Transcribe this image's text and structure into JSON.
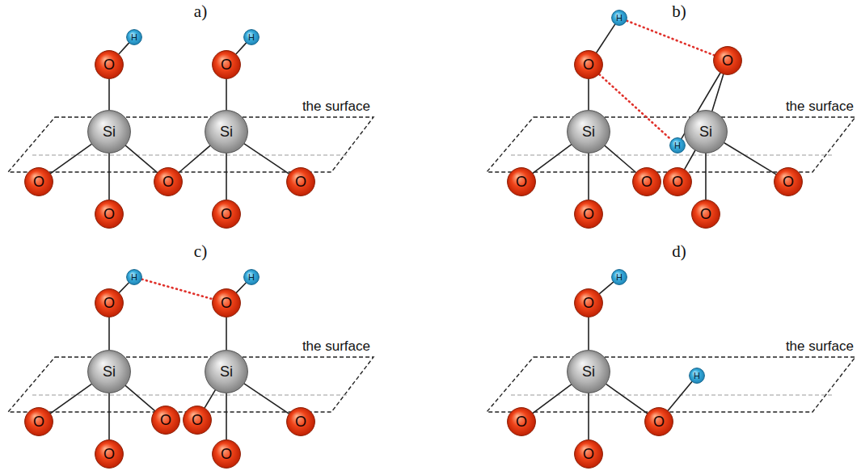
{
  "diagram": {
    "nodes": [
      {
        "text": [
          "Si"
        ]
      },
      {
        "text": [
          "O"
        ]
      },
      {
        "text": [
          "H"
        ]
      },
      {
        "text": [
          "Si"
        ]
      },
      {
        "text": [
          "O"
        ]
      },
      {
        "text": [
          "H"
        ]
      },
      {
        "text": [
          "O"
        ]
      },
      {
        "text": [
          "O"
        ]
      },
      {
        "text": [
          "O"
        ]
      },
      {
        "text": [
          "O"
        ]
      },
      {
        "text": [
          "O"
        ]
      },
      {
        "text": [
          "Si"
        ]
      },
      {
        "text": [
          "O"
        ]
      },
      {
        "text": [
          "H"
        ]
      },
      {
        "text": [
          "Si"
        ]
      },
      {
        "text": [
          "O"
        ]
      },
      {
        "text": [
          "H"
        ]
      },
      {
        "text": [
          "O"
        ]
      },
      {
        "text": [
          "O"
        ]
      },
      {
        "text": [
          "O"
        ]
      },
      {
        "text": [
          "O"
        ]
      },
      {
        "text": [
          "O"
        ]
      },
      {
        "text": [
          "O"
        ]
      },
      {
        "text": [
          "Si"
        ]
      },
      {
        "text": [
          "O"
        ]
      },
      {
        "text": [
          "H"
        ]
      },
      {
        "text": [
          "Si"
        ]
      },
      {
        "text": [
          "O"
        ]
      },
      {
        "text": [
          "H"
        ]
      },
      {
        "text": [
          "O"
        ]
      },
      {
        "text": [
          "O"
        ]
      },
      {
        "text": [
          "O"
        ]
      },
      {
        "text": [
          "O"
        ]
      },
      {
        "text": [
          "O"
        ]
      },
      {
        "text": [
          "O"
        ]
      },
      {
        "text": [
          "Si"
        ]
      },
      {
        "text": [
          "O"
        ]
      },
      {
        "text": [
          "H"
        ]
      },
      {
        "text": [
          "O"
        ]
      },
      {
        "text": [
          "O"
        ]
      },
      {
        "text": [
          "H"
        ]
      },
      {
        "text": [
          "O"
        ]
      }
    ],
    "edges": [
      {
        "from": 0,
        "to": 1,
        "arrow": "none"
      },
      {
        "from": 1,
        "to": 2,
        "arrow": "none"
      },
      {
        "from": 3,
        "to": 4,
        "arrow": "none"
      },
      {
        "from": 4,
        "to": 5,
        "arrow": "none"
      },
      {
        "from": 0,
        "to": 6,
        "arrow": "none"
      },
      {
        "from": 0,
        "to": 7,
        "arrow": "none"
      },
      {
        "from": 3,
        "to": 7,
        "arrow": "none"
      },
      {
        "from": 3,
        "to": 8,
        "arrow": "none"
      },
      {
        "from": 0,
        "to": 9,
        "arrow": "none"
      },
      {
        "from": 3,
        "to": 10,
        "arrow": "none"
      },
      {
        "from": 11,
        "to": 12,
        "arrow": "none"
      },
      {
        "from": 12,
        "to": 13,
        "arrow": "none"
      },
      {
        "from": 14,
        "to": 15,
        "arrow": "none"
      },
      {
        "from": 15,
        "to": 16,
        "arrow": "none"
      },
      {
        "from": 11,
        "to": 17,
        "arrow": "none"
      },
      {
        "from": 11,
        "to": 18,
        "arrow": "none"
      },
      {
        "from": 14,
        "to": 19,
        "arrow": "none"
      },
      {
        "from": 14,
        "to": 20,
        "arrow": "none"
      },
      {
        "from": 11,
        "to": 21,
        "arrow": "none"
      },
      {
        "from": 14,
        "to": 22,
        "arrow": "none"
      },
      {
        "from": 13,
        "to": 15,
        "arrow": "none"
      },
      {
        "from": 12,
        "to": 16,
        "arrow": "none"
      },
      {
        "from": 23,
        "to": 24,
        "arrow": "none"
      },
      {
        "from": 24,
        "to": 25,
        "arrow": "none"
      },
      {
        "from": 26,
        "to": 27,
        "arrow": "none"
      },
      {
        "from": 27,
        "to": 28,
        "arrow": "none"
      },
      {
        "from": 23,
        "to": 29,
        "arrow": "none"
      },
      {
        "from": 23,
        "to": 30,
        "arrow": "none"
      },
      {
        "from": 26,
        "to": 31,
        "arrow": "none"
      },
      {
        "from": 26,
        "to": 32,
        "arrow": "none"
      },
      {
        "from": 23,
        "to": 33,
        "arrow": "none"
      },
      {
        "from": 26,
        "to": 34,
        "arrow": "none"
      },
      {
        "from": 25,
        "to": 27,
        "arrow": "none"
      },
      {
        "from": 35,
        "to": 36,
        "arrow": "none"
      },
      {
        "from": 36,
        "to": 37,
        "arrow": "none"
      },
      {
        "from": 35,
        "to": 38,
        "arrow": "none"
      },
      {
        "from": 35,
        "to": 39,
        "arrow": "none"
      },
      {
        "from": 39,
        "to": 40,
        "arrow": "none"
      },
      {
        "from": 35,
        "to": 41,
        "arrow": "none"
      }
    ],
    "labels": [
      "a)",
      "the surface",
      "b)",
      "the surface",
      "c)",
      "the surface",
      "d)",
      "the surface"
    ]
  }
}
